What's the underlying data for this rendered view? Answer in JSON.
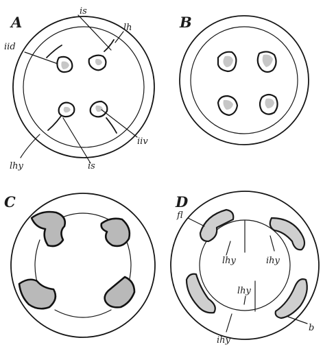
{
  "panels": [
    {
      "letter": "A"
    },
    {
      "letter": "B"
    },
    {
      "letter": "C"
    },
    {
      "letter": "D"
    }
  ],
  "labels": {
    "A": {
      "is_top": "is",
      "lh": "lh",
      "iid": "iid",
      "iiv": "iiv",
      "lhy": "lhy",
      "is_bottom": "is"
    },
    "D": {
      "fl": "fl",
      "lhy_left": "lhy",
      "ihy_right": "ihy",
      "lhy_center": "lhy",
      "ihy_bottom": "ihy",
      "b": "b"
    }
  },
  "style": {
    "ink": "#161616",
    "shading": "#c7c7c7",
    "background": "#ffffff"
  }
}
